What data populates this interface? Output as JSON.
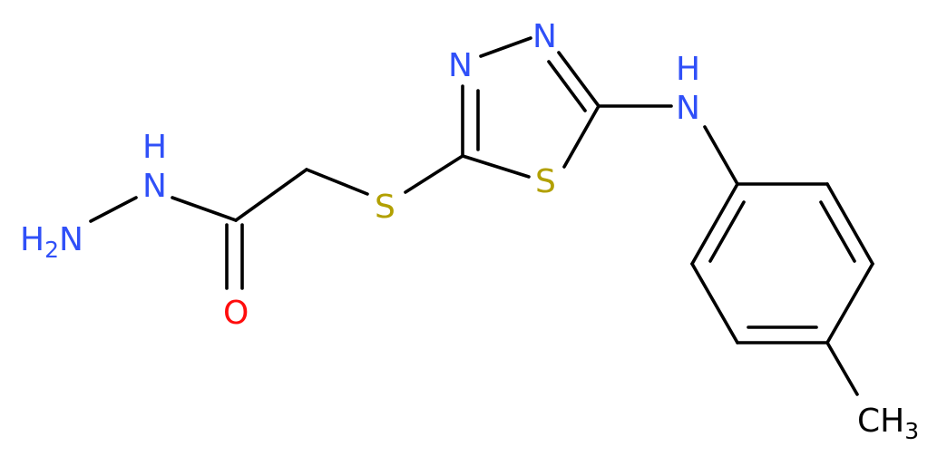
{
  "molecule": {
    "atoms": [
      {
        "id": "hydrazide-nh2",
        "element": "N",
        "label": "H",
        "sub": "2",
        "label_after": "N",
        "kind": "prefix-h",
        "color": "#3050F8"
      },
      {
        "id": "hydrazide-nh",
        "element": "N",
        "label": "N",
        "top": "H",
        "color": "#3050F8"
      },
      {
        "id": "carbonyl-o",
        "element": "O",
        "label": "O",
        "color": "#FF0D0D"
      },
      {
        "id": "thioether-s",
        "element": "S",
        "label": "S",
        "color": "#B2A000"
      },
      {
        "id": "ring-s",
        "element": "S",
        "label": "S",
        "color": "#B2A000"
      },
      {
        "id": "ring-n3",
        "element": "N",
        "label": "N",
        "color": "#3050F8"
      },
      {
        "id": "ring-n4",
        "element": "N",
        "label": "N",
        "color": "#3050F8"
      },
      {
        "id": "amine-nh",
        "element": "N",
        "label": "N",
        "top": "H",
        "color": "#3050F8"
      },
      {
        "id": "methyl",
        "element": "C",
        "label": "CH",
        "sub": "3",
        "color": "#000000"
      }
    ],
    "colors": {
      "N": "#3050F8",
      "O": "#FF0D0D",
      "S": "#B2A000",
      "C": "#000000"
    }
  }
}
